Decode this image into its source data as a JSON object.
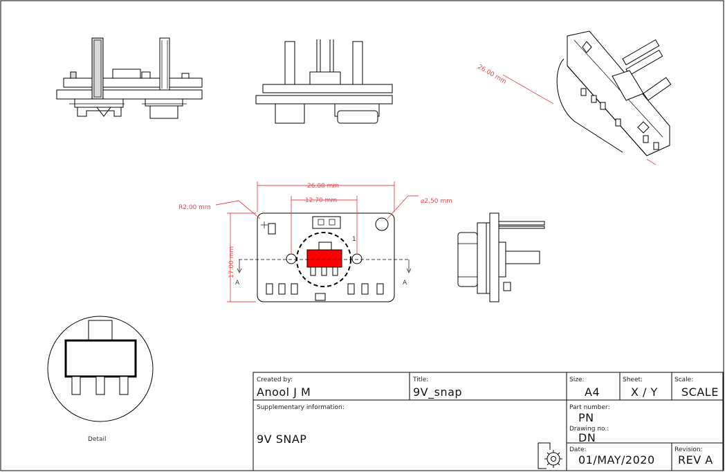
{
  "colors": {
    "dimension": "#e8474c",
    "component_fill": "#ff0000",
    "line": "#000000"
  },
  "dimensions": {
    "overall_width": "26.00 mm",
    "hole_spacing": "12.70 mm",
    "height": "17.00 mm",
    "corner_radius": "R2.00 mm",
    "hole_diameter": "⌀2.50 mm",
    "iso_length": "26.00 mm"
  },
  "section": {
    "left_label": "A",
    "right_label": "A",
    "balloon": "1"
  },
  "detail_label": "Detail",
  "title_block": {
    "created_by_label": "Created by:",
    "created_by": "Anool J M",
    "title_label": "Title:",
    "title": "9V_snap",
    "size_label": "Size:",
    "size": "A4",
    "sheet_label": "Sheet:",
    "sheet": "X / Y",
    "scale_label": "Scale:",
    "scale": "SCALE",
    "supp_label": "Supplementary information:",
    "supp": "9V SNAP",
    "part_number_label": "Part number:",
    "part_number": "PN",
    "drawing_no_label": "Drawing no.:",
    "drawing_no": "DN",
    "date_label": "Date:",
    "date": "01/MAY/2020",
    "revision_label": "Revision:",
    "revision": "REV A"
  }
}
